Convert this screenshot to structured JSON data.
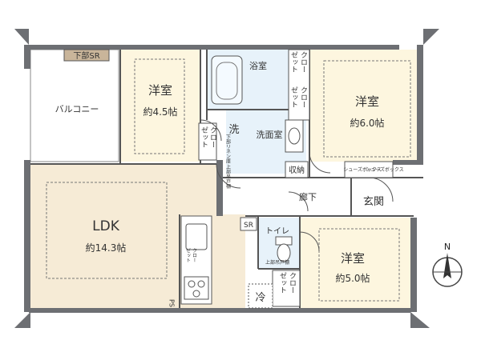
{
  "rooms": {
    "western_top_left": {
      "name": "洋室",
      "area": "約4.5帖"
    },
    "western_top_right": {
      "name": "洋室",
      "area": "約6.0帖"
    },
    "western_bottom_right": {
      "name": "洋室",
      "area": "約5.0帖"
    },
    "ldk": {
      "name": "LDK",
      "area": "約14.3帖"
    }
  },
  "labels": {
    "balcony": "バルコニー",
    "storage_sr_top": "下部SR",
    "bath": "浴室",
    "washroom": "洗面室",
    "laundry": "洗",
    "storage": "収納",
    "hallway": "廊下",
    "entrance": "玄関",
    "toilet": "トイレ",
    "sr_small": "SR",
    "refrigerator": "冷",
    "pipe_space": "PS",
    "closet_a1": "クロー",
    "closet_a2": "ゼット",
    "closet_b1": "クロー",
    "closet_b2": "ゼット",
    "closet_c1": "クロー",
    "closet_c2": "ゼット",
    "closet_d1": "クロー",
    "closet_d2": "ゼット",
    "closet_e1": "クロー",
    "closet_e2": "ゼット",
    "linen_shelf": "下部リネン庫 上部吊戸棚",
    "upper_cabinet_toilet": "上部吊戸棚",
    "shoe_box_1": "シューズボックス",
    "shoe_box_2": "シューズボックス",
    "compass_n": "N"
  },
  "colors": {
    "wall": "#6d6f73",
    "room_fill": "#fdf6df",
    "ldk_fill": "#f6ebd6",
    "wet_fill": "#e7f2fa",
    "balcony_fill": "#ffffff",
    "outline": "#555555"
  }
}
